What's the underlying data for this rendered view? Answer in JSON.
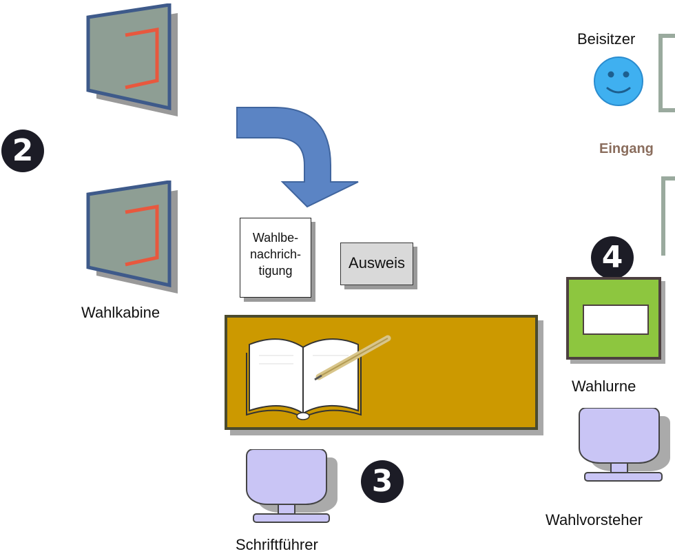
{
  "booth": {
    "label": "Wahlkabine"
  },
  "steps": {
    "two": "2",
    "three": "3",
    "four": "4"
  },
  "documents": {
    "notification_lines": [
      "Wahlbe-",
      "nachrich-",
      "tigung"
    ],
    "id_card": "Ausweis"
  },
  "roles": {
    "assessor": "Beisitzer",
    "secretary": "Schriftführer",
    "chairperson": "Wahlvorsteher"
  },
  "entrance": {
    "label": "Eingang"
  },
  "urn": {
    "label": "Wahlurne"
  },
  "colors": {
    "booth_fill": "#8e9e94",
    "booth_frame": "#3e5a8a",
    "booth_curtain": "#e8583e",
    "arrow": "#5b84c4",
    "desk": "#cc9900",
    "urn": "#8dc63f",
    "monitor": "#c9c5f5",
    "smiley": "#3fb0f0",
    "entrance_text": "#8a6d5d",
    "step_badge": "#1c1c26"
  },
  "icons": [
    "voting-booth-icon",
    "curved-arrow-icon",
    "open-book-icon",
    "pen-icon",
    "monitor-icon",
    "smiley-icon"
  ]
}
